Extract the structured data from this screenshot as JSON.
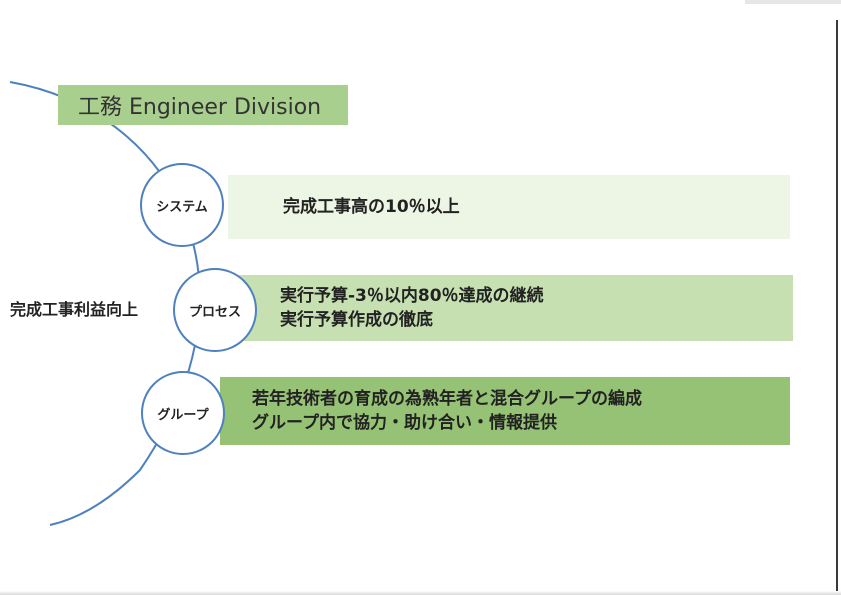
{
  "title": "工務 Engineer Division",
  "side_label": "完成工事利益向上",
  "rows": [
    {
      "node": "システム",
      "lines": [
        "完成工事高の10％以上"
      ]
    },
    {
      "node": "プロセス",
      "lines": [
        "実行予算-3％以内80％達成の継続",
        "実行予算作成の徹底"
      ]
    },
    {
      "node": "グループ",
      "lines": [
        "若年技術者の育成の為熟年者と混合グループの編成",
        "グループ内で協力・助け合い・情報提供"
      ]
    }
  ],
  "colors": {
    "arc": "#4f81bd",
    "title_fill": "#a9cf8e",
    "band_system": "#edf6e4",
    "band_process": "#c6e0b2",
    "band_group": "#95c274"
  }
}
